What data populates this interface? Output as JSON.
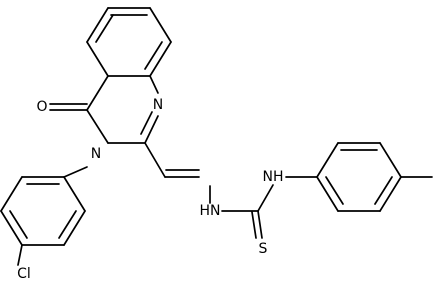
{
  "structure": {
    "atoms": {
      "o1": "O",
      "n1": "N",
      "n2": "N",
      "cl": "Cl",
      "nh1": "HN",
      "nh2": "NH",
      "s": "S"
    }
  },
  "colors": {
    "bond": "#000000",
    "label": "#000000",
    "background": "#ffffff"
  }
}
